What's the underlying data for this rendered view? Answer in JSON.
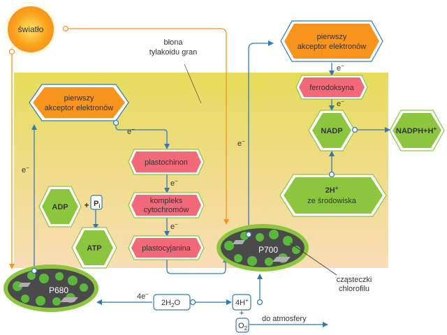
{
  "sun": {
    "label": "światło",
    "color": "#f7941d"
  },
  "membrane": {
    "label_line1": "błona",
    "label_line2": "tylakoidu gran",
    "color": "#ecd865"
  },
  "ps2": {
    "acceptor_line1": "pierwszy",
    "acceptor_line2": "akceptor elektronów",
    "reaction_center": "P680"
  },
  "ps1": {
    "acceptor_line1": "pierwszy",
    "acceptor_line2": "akceptor elektronów",
    "reaction_center": "P700"
  },
  "chain": {
    "plastoquinone": "plastochinon",
    "cytochrome_line1": "kompleks",
    "cytochrome_line2": "cytochromów",
    "plastocyanin": "plastocyjanina",
    "ferredoxin": "ferrodoksyna"
  },
  "photophosphorylation": {
    "adp": "ADP",
    "plus": "+",
    "pi": "P",
    "pi_sub": "i",
    "atp": "ATP"
  },
  "nadp": {
    "nadp": "NADP",
    "nadph": "NADPH+H",
    "nadph_sup": "+",
    "protons_line1": "2H",
    "protons_sup": "+",
    "protons_line2": "ze środowiska"
  },
  "water": {
    "electrons": "4e",
    "electrons_sup": "−",
    "water_main": "2H",
    "water_sub": "2",
    "water_end": "O",
    "protons": "4H",
    "protons_sup": "+",
    "plus": "+",
    "oxygen": "O",
    "oxygen_sub": "2",
    "to_atmosphere": "do atmosfery"
  },
  "electron_label": "e",
  "electron_sup": "−",
  "chlorophyll_label_line1": "cząsteczki",
  "chlorophyll_label_line2": "chlorofilu",
  "colors": {
    "orange": "#f7941d",
    "pink": "#f2697a",
    "green": "#8cc63f",
    "blue": "#2e7bb4",
    "dark": "#4a4a4a"
  }
}
